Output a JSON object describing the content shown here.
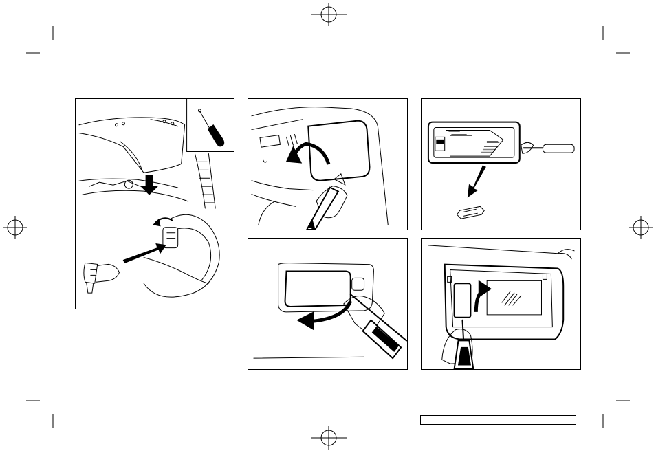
{
  "page": {
    "figures": [
      {
        "id": "headlight-bulb-removal",
        "icons": [
          "screwdriver-icon",
          "arrow-down-icon",
          "rotate-arrow-icon",
          "headlight-bulb-icon"
        ]
      },
      {
        "id": "map-light-lens-removal",
        "icons": [
          "curved-arrow-icon",
          "screwdriver-cloth-icon"
        ]
      },
      {
        "id": "cargo-light-bulb-removal",
        "icons": [
          "screwdriver-icon",
          "arrow-down-icon",
          "festoon-bulb-icon"
        ]
      },
      {
        "id": "dome-light-lens-removal",
        "icons": [
          "curved-arrow-icon",
          "screwdriver-cloth-icon"
        ]
      },
      {
        "id": "vanity-mirror-light-removal",
        "icons": [
          "curved-arrow-icon",
          "screwdriver-cloth-icon"
        ]
      }
    ],
    "footer_box": ""
  }
}
